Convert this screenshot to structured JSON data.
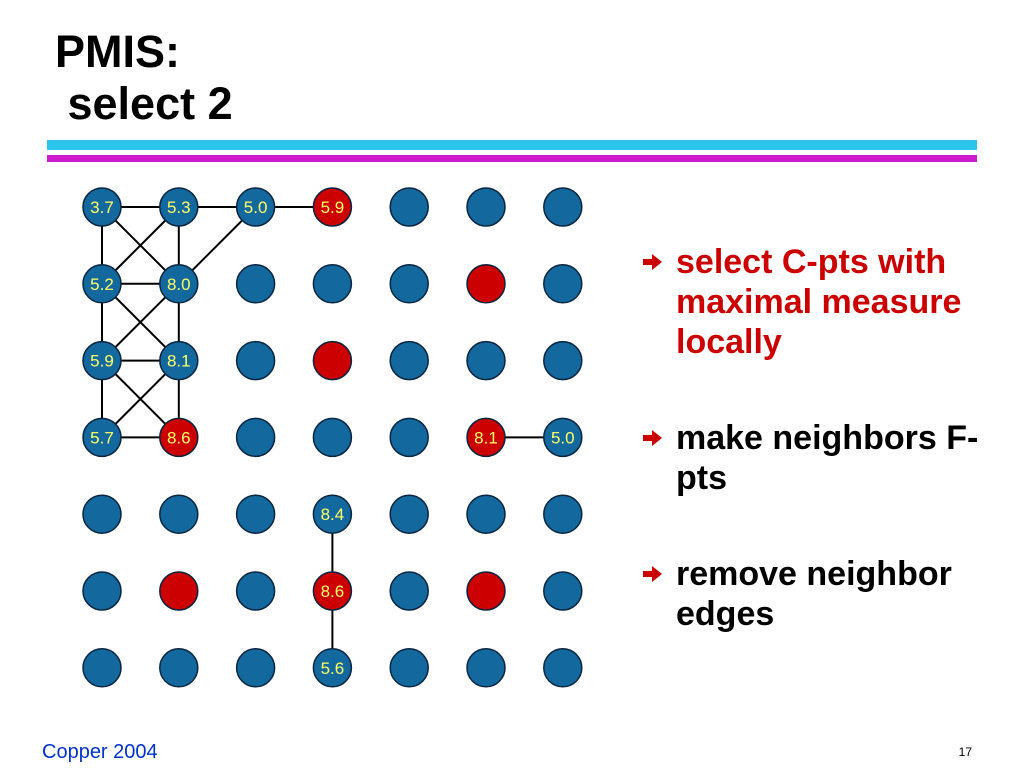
{
  "slide": {
    "title_lines": [
      "PMIS:",
      " select 2"
    ],
    "footer": "Copper 2004",
    "page_number": "17"
  },
  "bullet_icon": {
    "name": "arrow-right",
    "color": "#cc0000"
  },
  "bullets": [
    {
      "text": "select C-pts with maximal measure locally",
      "color": "#cc0000"
    },
    {
      "text": "make neighbors F-pts",
      "color": "#000000"
    },
    {
      "text": "remove neighbor edges",
      "color": "#000000"
    }
  ],
  "graph": {
    "colors": {
      "blue": "#13689e",
      "red": "#cc0000",
      "label": "#ffff66",
      "outline": "#0a2540",
      "edge": "#000000"
    },
    "rows": [
      [
        {
          "color": "blue",
          "label": "3.7"
        },
        {
          "color": "blue",
          "label": "5.3"
        },
        {
          "color": "blue",
          "label": "5.0"
        },
        {
          "color": "red",
          "label": "5.9"
        },
        {
          "color": "blue"
        },
        {
          "color": "blue"
        },
        {
          "color": "blue"
        }
      ],
      [
        {
          "color": "blue",
          "label": "5.2"
        },
        {
          "color": "blue",
          "label": "8.0"
        },
        {
          "color": "blue"
        },
        {
          "color": "blue"
        },
        {
          "color": "blue"
        },
        {
          "color": "red"
        },
        {
          "color": "blue"
        }
      ],
      [
        {
          "color": "blue",
          "label": "5.9"
        },
        {
          "color": "blue",
          "label": "8.1"
        },
        {
          "color": "blue"
        },
        {
          "color": "red"
        },
        {
          "color": "blue"
        },
        {
          "color": "blue"
        },
        {
          "color": "blue"
        }
      ],
      [
        {
          "color": "blue",
          "label": "5.7"
        },
        {
          "color": "red",
          "label": "8.6"
        },
        {
          "color": "blue"
        },
        {
          "color": "blue"
        },
        {
          "color": "blue"
        },
        {
          "color": "red",
          "label": "8.1"
        },
        {
          "color": "blue",
          "label": "5.0"
        }
      ],
      [
        {
          "color": "blue"
        },
        {
          "color": "blue"
        },
        {
          "color": "blue"
        },
        {
          "color": "blue",
          "label": "8.4"
        },
        {
          "color": "blue"
        },
        {
          "color": "blue"
        },
        {
          "color": "blue"
        }
      ],
      [
        {
          "color": "blue"
        },
        {
          "color": "red"
        },
        {
          "color": "blue"
        },
        {
          "color": "red",
          "label": "8.6"
        },
        {
          "color": "blue"
        },
        {
          "color": "red"
        },
        {
          "color": "blue"
        }
      ],
      [
        {
          "color": "blue"
        },
        {
          "color": "blue"
        },
        {
          "color": "blue"
        },
        {
          "color": "blue",
          "label": "5.6"
        },
        {
          "color": "blue"
        },
        {
          "color": "blue"
        },
        {
          "color": "blue"
        }
      ]
    ],
    "edges": [
      [
        [
          0,
          0
        ],
        [
          0,
          1
        ]
      ],
      [
        [
          0,
          1
        ],
        [
          0,
          2
        ]
      ],
      [
        [
          0,
          2
        ],
        [
          0,
          3
        ]
      ],
      [
        [
          0,
          0
        ],
        [
          1,
          0
        ]
      ],
      [
        [
          0,
          0
        ],
        [
          1,
          1
        ]
      ],
      [
        [
          0,
          1
        ],
        [
          1,
          0
        ]
      ],
      [
        [
          0,
          1
        ],
        [
          1,
          1
        ]
      ],
      [
        [
          0,
          2
        ],
        [
          1,
          1
        ]
      ],
      [
        [
          1,
          0
        ],
        [
          1,
          1
        ]
      ],
      [
        [
          1,
          0
        ],
        [
          2,
          0
        ]
      ],
      [
        [
          1,
          0
        ],
        [
          2,
          1
        ]
      ],
      [
        [
          1,
          1
        ],
        [
          2,
          0
        ]
      ],
      [
        [
          1,
          1
        ],
        [
          2,
          1
        ]
      ],
      [
        [
          2,
          0
        ],
        [
          2,
          1
        ]
      ],
      [
        [
          2,
          0
        ],
        [
          3,
          0
        ]
      ],
      [
        [
          2,
          0
        ],
        [
          3,
          1
        ]
      ],
      [
        [
          2,
          1
        ],
        [
          3,
          0
        ]
      ],
      [
        [
          2,
          1
        ],
        [
          3,
          1
        ]
      ],
      [
        [
          3,
          0
        ],
        [
          3,
          1
        ]
      ],
      [
        [
          3,
          5
        ],
        [
          3,
          6
        ]
      ],
      [
        [
          4,
          3
        ],
        [
          5,
          3
        ]
      ],
      [
        [
          5,
          3
        ],
        [
          6,
          3
        ]
      ]
    ]
  }
}
